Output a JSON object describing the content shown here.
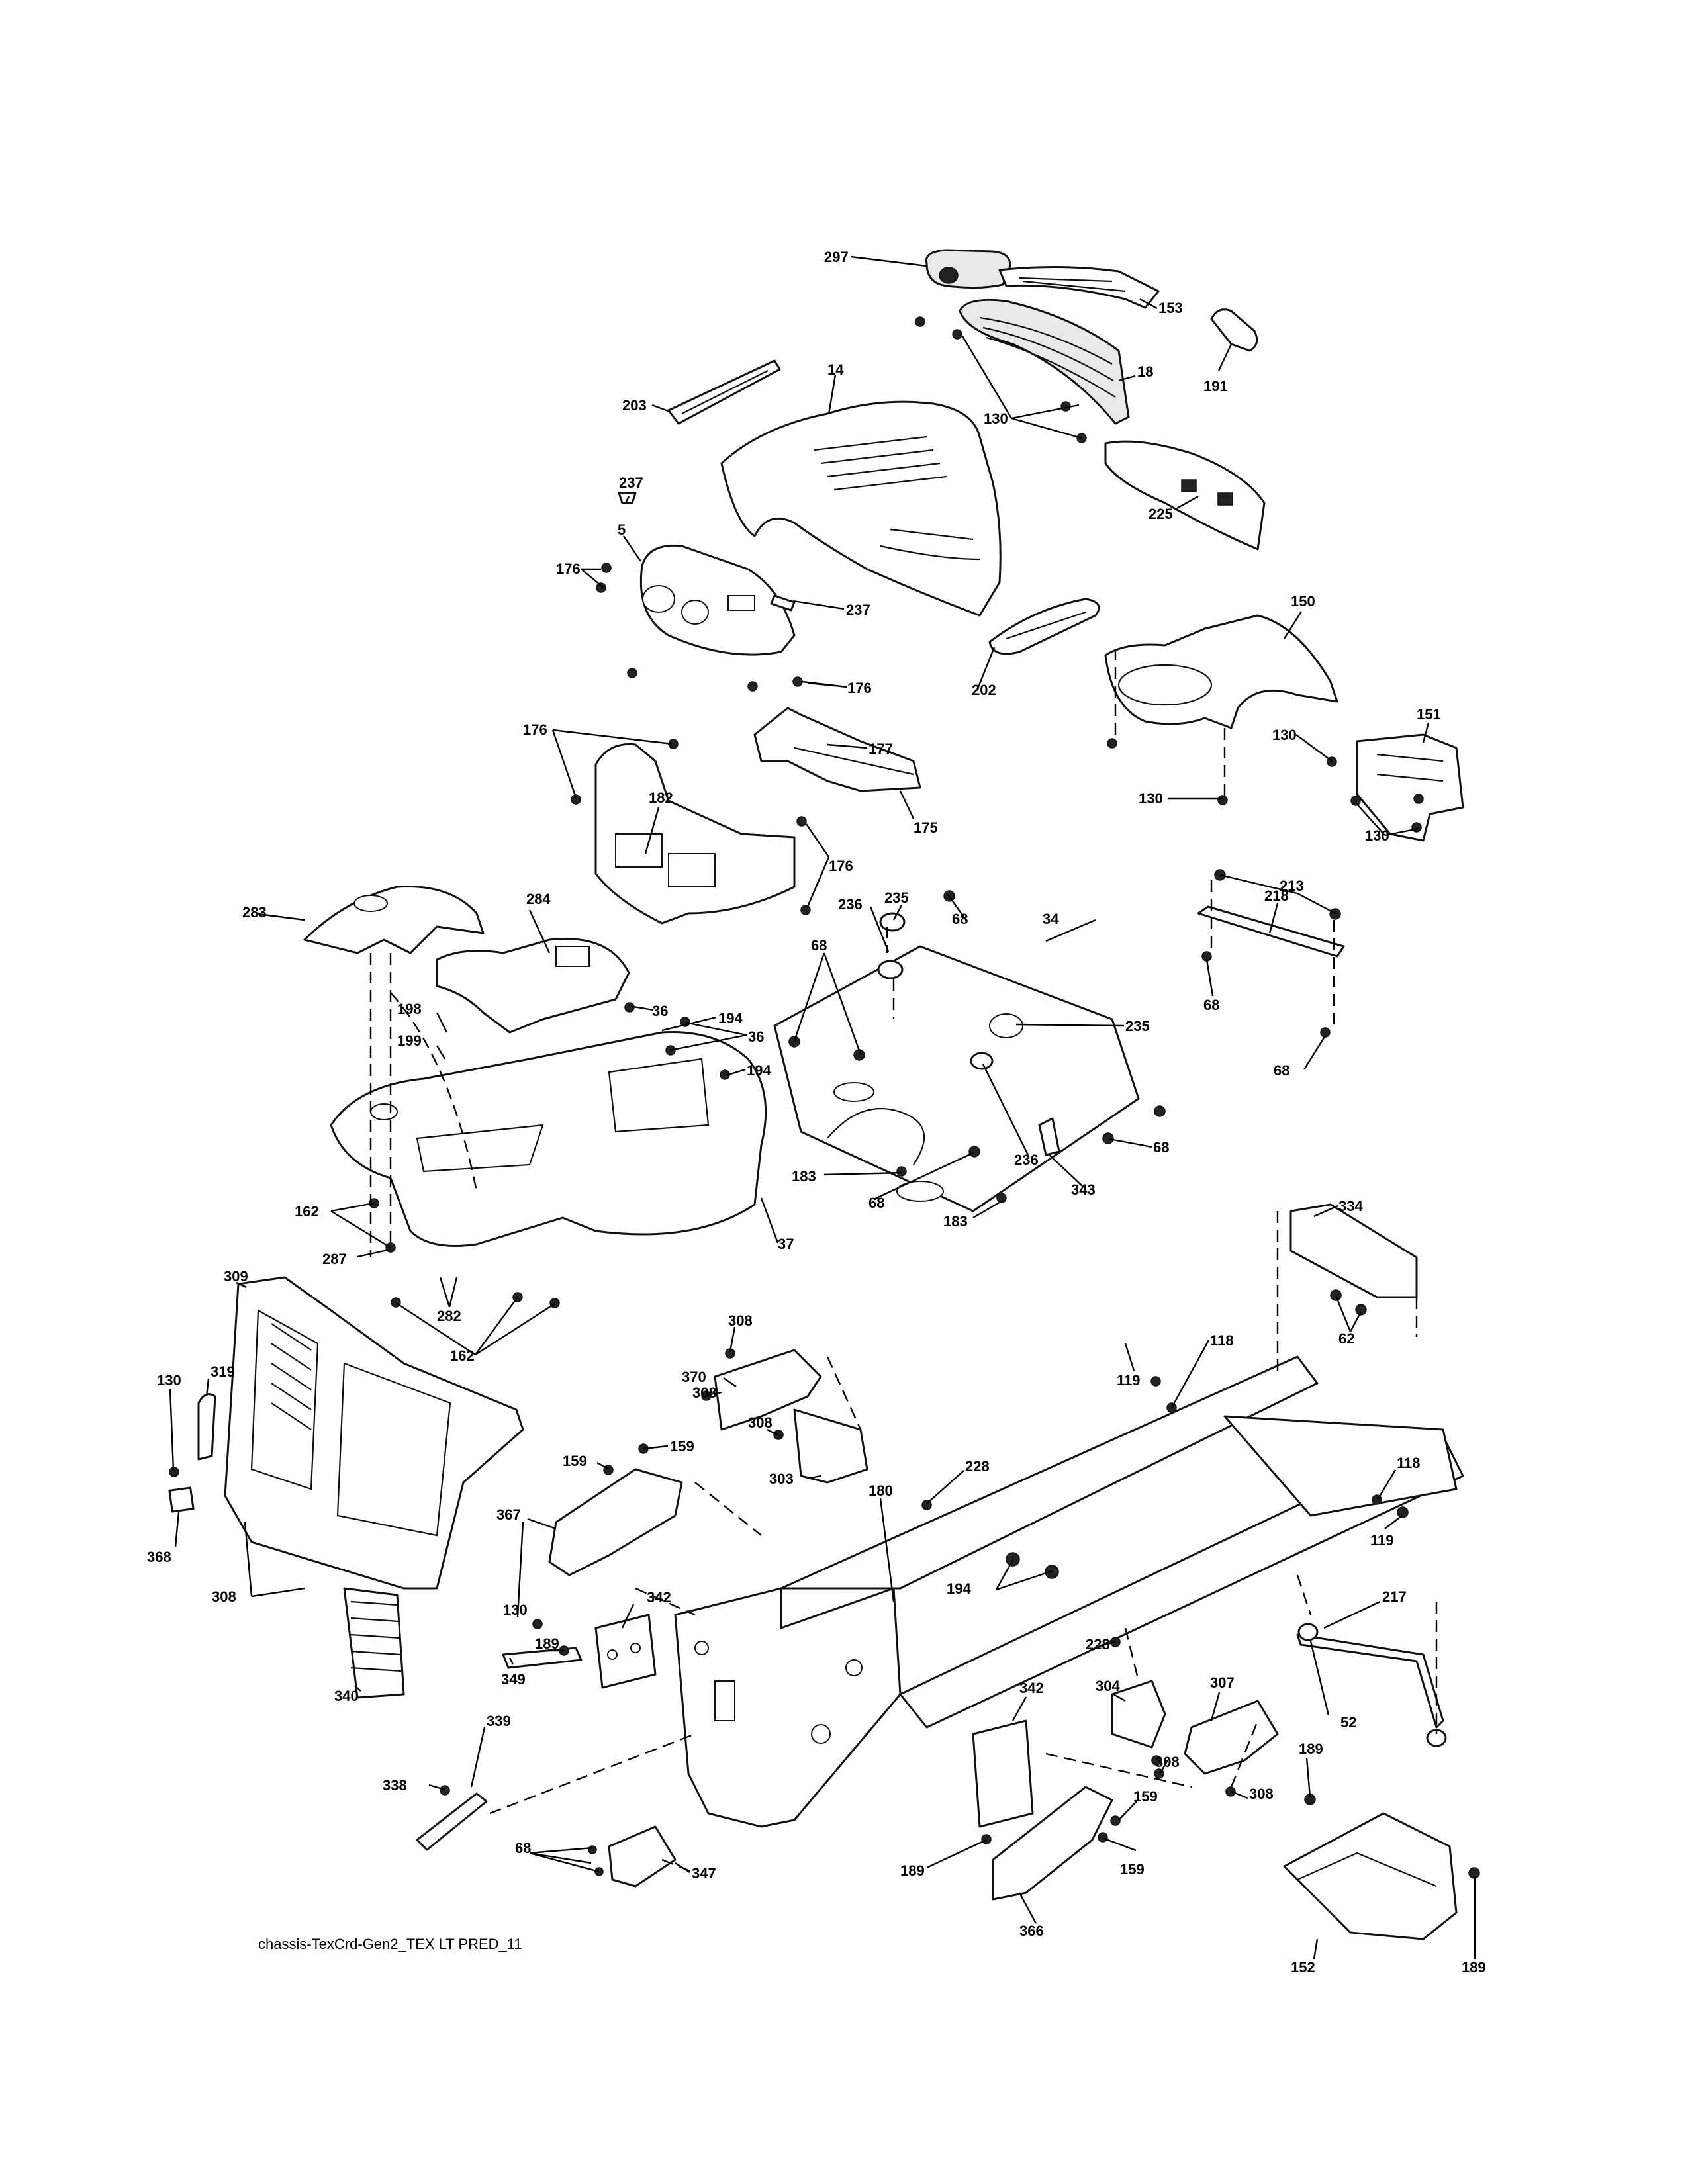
{
  "diagram_id": "chassis-TexCrd-Gen2_TEX LT PRED_11",
  "callouts": {
    "c297": "297",
    "c153": "153",
    "c191": "191",
    "c18": "18",
    "c130a": "130",
    "c203": "203",
    "c14": "14",
    "c225": "225",
    "c237a": "237",
    "c5": "5",
    "c176a": "176",
    "c237b": "237",
    "c202": "202",
    "c150": "150",
    "c176b": "176",
    "c176c": "176",
    "c177": "177",
    "c182": "182",
    "c175": "175",
    "c176d": "176",
    "c130b": "130",
    "c151": "151",
    "c130c": "130",
    "c130d": "130",
    "c213": "213",
    "c218": "218",
    "c68a": "68",
    "c68b": "68",
    "c283": "283",
    "c284": "284",
    "c236a": "236",
    "c235a": "235",
    "c68c": "68",
    "c34": "34",
    "c68d": "68",
    "c235b": "235",
    "c198": "198",
    "c36a": "36",
    "c194a": "194",
    "c36b": "36",
    "c199": "199",
    "c194b": "194",
    "c68e": "68",
    "c236b": "236",
    "c343": "343",
    "c183a": "183",
    "c68f": "68",
    "c183b": "183",
    "c37": "37",
    "c162a": "162",
    "c287": "287",
    "c282": "282",
    "c162b": "162",
    "c334": "334",
    "c309": "309",
    "c308a": "308",
    "c370": "370",
    "c308b": "308",
    "c308c": "308",
    "c303": "303",
    "c118a": "118",
    "c62": "62",
    "c119a": "119",
    "c319": "319",
    "c130e": "130",
    "c159a": "159",
    "c159b": "159",
    "c228a": "228",
    "c180": "180",
    "c367": "367",
    "c368": "368",
    "c118b": "118",
    "c119b": "119",
    "c194c": "194",
    "c308d": "308",
    "c130f": "130",
    "c342a": "342",
    "c189a": "189",
    "c217": "217",
    "c228b": "228",
    "c349": "349",
    "c340": "340",
    "c52": "52",
    "c342b": "342",
    "c304": "304",
    "c307": "307",
    "c339": "339",
    "c338": "338",
    "c308e": "308",
    "c308f": "308",
    "c189b": "189",
    "c159c": "159",
    "c68g": "68",
    "c347": "347",
    "c159d": "159",
    "c189c": "189",
    "c366": "366",
    "c152": "152",
    "c189d": "189"
  }
}
